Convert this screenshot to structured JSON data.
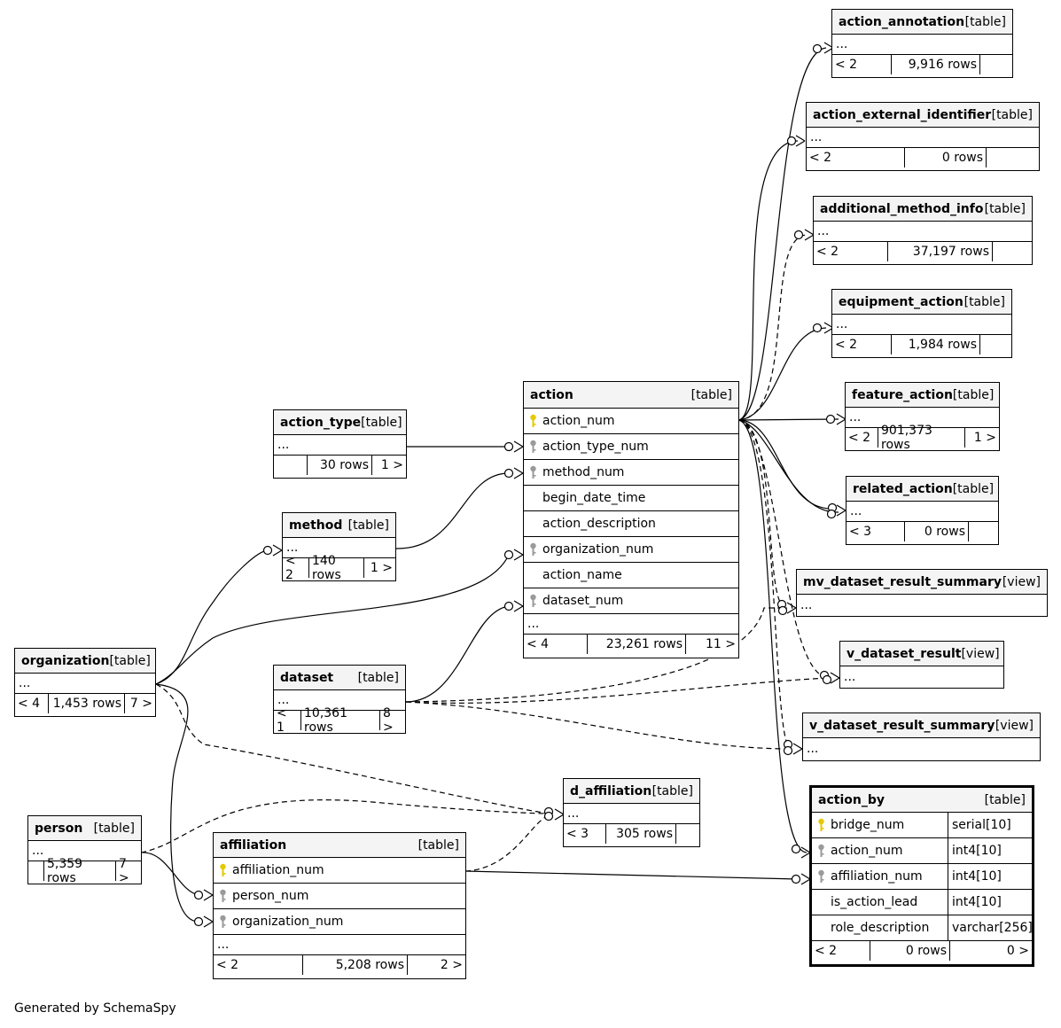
{
  "footer": "Generated by SchemaSpy",
  "colors": {
    "primary_key": "#e6c800",
    "foreign_key": "#9a9a9a",
    "header_bg": "#f4f4f4"
  },
  "tables": {
    "action_annotation": {
      "name": "action_annotation",
      "kind": "[table]",
      "ellipsis": "...",
      "parents": "< 2",
      "rows": "9,916 rows",
      "children": ""
    },
    "action_external_identifier": {
      "name": "action_external_identifier",
      "kind": "[table]",
      "ellipsis": "...",
      "parents": "< 2",
      "rows": "0 rows",
      "children": ""
    },
    "additional_method_info": {
      "name": "additional_method_info",
      "kind": "[table]",
      "ellipsis": "...",
      "parents": "< 2",
      "rows": "37,197 rows",
      "children": ""
    },
    "equipment_action": {
      "name": "equipment_action",
      "kind": "[table]",
      "ellipsis": "...",
      "parents": "< 2",
      "rows": "1,984 rows",
      "children": ""
    },
    "feature_action": {
      "name": "feature_action",
      "kind": "[table]",
      "ellipsis": "...",
      "parents": "< 2",
      "rows": "901,373 rows",
      "children": "1 >"
    },
    "related_action": {
      "name": "related_action",
      "kind": "[table]",
      "ellipsis": "...",
      "parents": "< 3",
      "rows": "0 rows",
      "children": ""
    },
    "mv_dataset_result_summary": {
      "name": "mv_dataset_result_summary",
      "kind": "[view]",
      "ellipsis": "..."
    },
    "v_dataset_result": {
      "name": "v_dataset_result",
      "kind": "[view]",
      "ellipsis": "..."
    },
    "v_dataset_result_summary": {
      "name": "v_dataset_result_summary",
      "kind": "[view]",
      "ellipsis": "..."
    },
    "action": {
      "name": "action",
      "kind": "[table]",
      "ellipsis": "...",
      "parents": "< 4",
      "rows": "23,261 rows",
      "children": "11 >",
      "columns": [
        {
          "name": "action_num",
          "key": "pk"
        },
        {
          "name": "action_type_num",
          "key": "fk"
        },
        {
          "name": "method_num",
          "key": "fk"
        },
        {
          "name": "begin_date_time",
          "key": ""
        },
        {
          "name": "action_description",
          "key": ""
        },
        {
          "name": "organization_num",
          "key": "fk"
        },
        {
          "name": "action_name",
          "key": ""
        },
        {
          "name": "dataset_num",
          "key": "fk"
        }
      ]
    },
    "action_type": {
      "name": "action_type",
      "kind": "[table]",
      "ellipsis": "...",
      "parents": "",
      "rows": "30 rows",
      "children": "1 >"
    },
    "method": {
      "name": "method",
      "kind": "[table]",
      "ellipsis": "...",
      "parents": "< 2",
      "rows": "140 rows",
      "children": "1 >"
    },
    "organization": {
      "name": "organization",
      "kind": "[table]",
      "ellipsis": "...",
      "parents": "< 4",
      "rows": "1,453 rows",
      "children": "7 >"
    },
    "dataset": {
      "name": "dataset",
      "kind": "[table]",
      "ellipsis": "...",
      "parents": "< 1",
      "rows": "10,361 rows",
      "children": "8 >"
    },
    "d_affiliation": {
      "name": "d_affiliation",
      "kind": "[table]",
      "ellipsis": "...",
      "parents": "< 3",
      "rows": "305 rows",
      "children": ""
    },
    "person": {
      "name": "person",
      "kind": "[table]",
      "ellipsis": "...",
      "parents": "",
      "rows": "5,359 rows",
      "children": "7 >"
    },
    "affiliation": {
      "name": "affiliation",
      "kind": "[table]",
      "ellipsis": "...",
      "parents": "< 2",
      "rows": "5,208 rows",
      "children": "2 >",
      "columns": [
        {
          "name": "affiliation_num",
          "key": "pk"
        },
        {
          "name": "person_num",
          "key": "fk"
        },
        {
          "name": "organization_num",
          "key": "fk"
        }
      ]
    },
    "action_by": {
      "name": "action_by",
      "kind": "[table]",
      "parents": "< 2",
      "rows": "0 rows",
      "children": "0 >",
      "columns": [
        {
          "name": "bridge_num",
          "key": "pk",
          "type": "serial[10]"
        },
        {
          "name": "action_num",
          "key": "fk",
          "type": "int4[10]"
        },
        {
          "name": "affiliation_num",
          "key": "fk",
          "type": "int4[10]"
        },
        {
          "name": "is_action_lead",
          "key": "",
          "type": "int4[10]"
        },
        {
          "name": "role_description",
          "key": "",
          "type": "varchar[256]"
        }
      ]
    }
  }
}
